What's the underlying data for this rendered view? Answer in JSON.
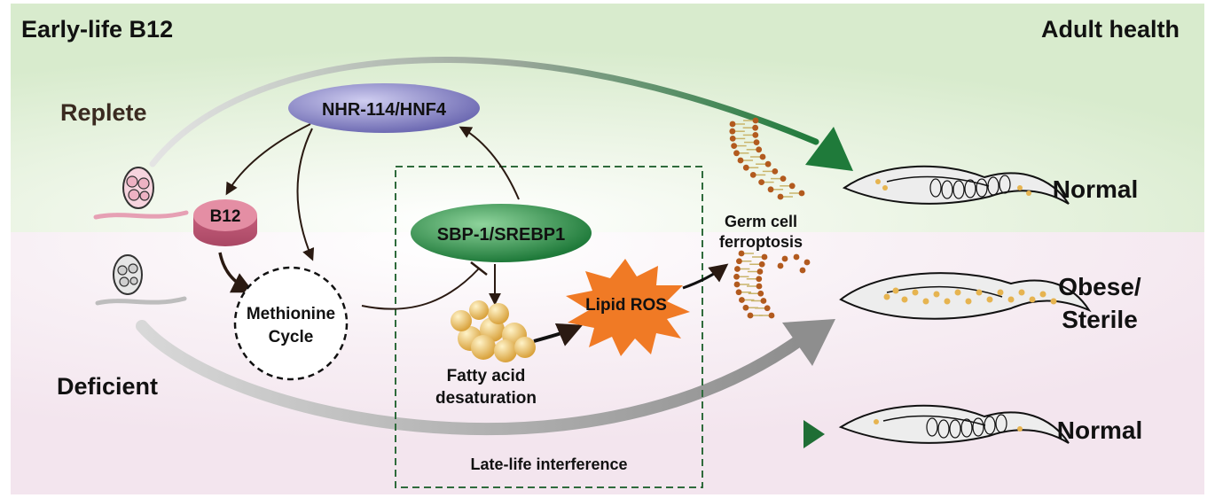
{
  "corner_labels": {
    "left": "Early-life B12",
    "right": "Adult health"
  },
  "conditions": {
    "replete": "Replete",
    "deficient": "Deficient"
  },
  "nodes": {
    "nhr": "NHR-114/HNF4",
    "b12": "B12",
    "sbp": "SBP-1/SREBP1",
    "methionine_line1": "Methionine",
    "methionine_line2": "Cycle",
    "fatty_line1": "Fatty acid",
    "fatty_line2": "desaturation",
    "lipid_ros": "Lipid ROS",
    "germ_line1": "Germ cell",
    "germ_line2": "ferroptosis",
    "late_life": "Late-life interference"
  },
  "outcomes": {
    "top": "Normal",
    "middle_line1": "Obese/",
    "middle_line2": "Sterile",
    "bottom": "Normal"
  },
  "colors": {
    "top_panel": "#dcecd2",
    "bottom_panel": "#f6ecf2",
    "nhr_ellipse": "#8c89c4",
    "sbp_ellipse": "#2d8f4a",
    "b12_pill": "#d97f97",
    "lipid_ros_star": "#f07a25",
    "green_arrow": "#1f7a3a",
    "gray_arrow": "#9a9a9a",
    "dashed_box": "#2f6b3c",
    "lipid_head": "#b25a1e",
    "fat_droplet": "#e6b450"
  }
}
